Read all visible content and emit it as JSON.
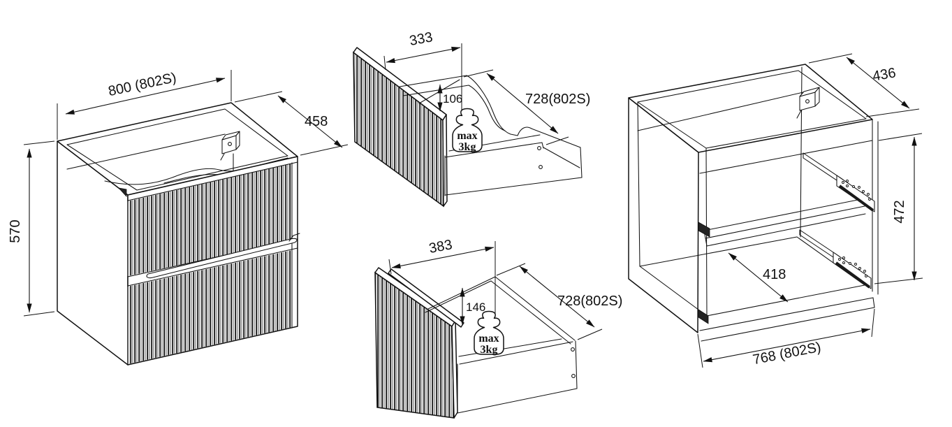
{
  "diagram": {
    "background": "#ffffff",
    "line_color": "#111111"
  },
  "cabinet": {
    "dim_width": "800 (802S)",
    "dim_depth": "458",
    "dim_height": "570"
  },
  "upper_drawer": {
    "dim_offset": "333",
    "dim_cutout": "106",
    "dim_width": "728(802S)",
    "max_load_1": "max",
    "max_load_2": "3kg"
  },
  "lower_drawer": {
    "dim_offset": "383",
    "dim_front": "146",
    "dim_width": "728(802S)",
    "max_load_1": "max",
    "max_load_2": "3kg"
  },
  "carcass": {
    "dim_depth": "436",
    "dim_height": "472",
    "dim_inner_depth": "418",
    "dim_width": "768 (802S)"
  }
}
